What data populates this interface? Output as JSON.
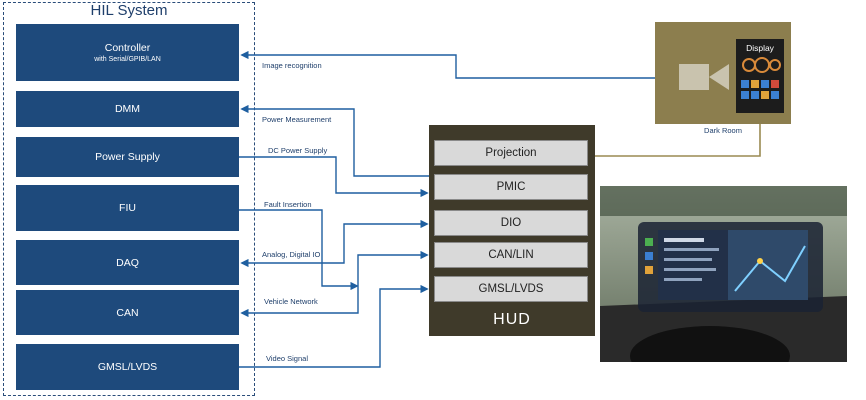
{
  "hil": {
    "title": "HIL System",
    "blocks": [
      {
        "label": "Controller",
        "sublabel": "with Serial/GPIB/LAN"
      },
      {
        "label": "DMM"
      },
      {
        "label": "Power Supply"
      },
      {
        "label": "FIU"
      },
      {
        "label": "DAQ"
      },
      {
        "label": "CAN"
      },
      {
        "label": "GMSL/LVDS"
      }
    ]
  },
  "connections": [
    "Image recognition",
    "Power Measurement",
    "DC Power Supply",
    "Fault Insertion",
    "Analog, Digital IO",
    "Vehicle Network",
    "Video Signal"
  ],
  "hud": {
    "label": "HUD",
    "blocks": [
      "Projection",
      "PMIC",
      "DIO",
      "CAN/LIN",
      "GMSL/LVDS"
    ]
  },
  "darkroom": {
    "label": "Dark Room",
    "display_label": "Display"
  },
  "colors": {
    "hil_box": "#1e4a7c",
    "arrow": "#1f5fa0",
    "hud_bg": "#3f3a2a",
    "darkroom_bg": "#8c7e4e",
    "projection_line": "#9a8a52"
  },
  "icons": [
    "camera-icon"
  ]
}
